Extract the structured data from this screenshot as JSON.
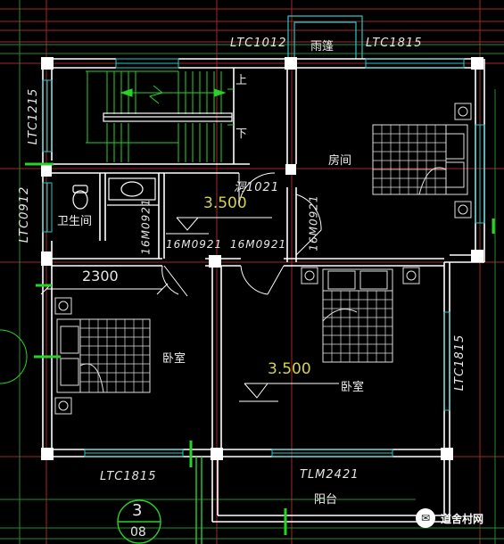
{
  "labels": {
    "ltc1012": "LTC1012",
    "canopy": "雨篷",
    "ltc1815_top": "LTC1815",
    "ltc1215": "LTC1215",
    "up": "上",
    "down": "下",
    "room": "房间",
    "opening": "洞1021",
    "elev_upper": "3.500",
    "wc": "卫生间",
    "ltc0912": "LTC0912",
    "m0921_wc": "16M0921",
    "m0921_left": "16M0921",
    "m0921_mid": "16M0921",
    "m0921_right": "16M0921",
    "dim_2300": "2300",
    "bedroom_left": "卧室",
    "elev_lower": "3.500",
    "bedroom_right": "卧室",
    "ltc1815_right": "LTC1815",
    "ltc1815_bottom": "LTC1815",
    "tlm2421": "TLM2421",
    "balcony": "阳台",
    "grid_num": "3",
    "grid_sub": "08"
  },
  "watermark": {
    "icon": "wechat-icon",
    "text": "道舍村网"
  },
  "colors": {
    "wall": "#ffffff",
    "window": "#28c8c8",
    "axis": "#c83232",
    "furniture": "#e0e0e0",
    "green": "#28d228",
    "text": "#e6e6e6",
    "elevation": "#d4d44a"
  }
}
